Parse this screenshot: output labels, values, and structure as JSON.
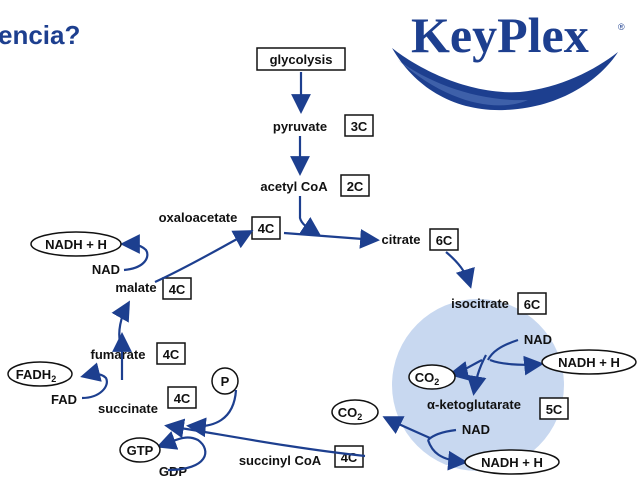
{
  "header": {
    "heading": "encia?"
  },
  "logo": {
    "text": "KeyPlex",
    "mark": "®"
  },
  "colors": {
    "arrow": "#1d3f8f",
    "highlight": "#c8d8f0",
    "brand": "#1d3f8f",
    "text": "#111111"
  },
  "cycle": {
    "glycolysis": "glycolysis",
    "pyruvate": {
      "name": "pyruvate",
      "carbons": "3C"
    },
    "acetyl_coa": {
      "name": "acetyl CoA",
      "carbons": "2C"
    },
    "citrate": {
      "name": "citrate",
      "carbons": "6C"
    },
    "isocitrate": {
      "name": "isocitrate",
      "carbons": "6C"
    },
    "ketoglutarate": {
      "name": "α-ketoglutarate",
      "carbons": "5C"
    },
    "succinyl_coa": {
      "name": "succinyl CoA",
      "carbons": "4C"
    },
    "succinate": {
      "name": "succinate",
      "carbons": "4C"
    },
    "fumarate": {
      "name": "fumarate",
      "carbons": "4C"
    },
    "malate": {
      "name": "malate",
      "carbons": "4C"
    },
    "oxaloacetate": {
      "name": "oxaloacetate",
      "carbons": "4C"
    }
  },
  "cofactors": {
    "nad_1": "NAD",
    "nadh_1": "NADH + H",
    "co2_1": "CO",
    "co2_1_sub": "2",
    "nad_2": "NAD",
    "nadh_2": "NADH + H",
    "co2_2": "CO",
    "co2_2_sub": "2",
    "gdp": "GDP",
    "gtp": "GTP",
    "p": "P",
    "fad": "FAD",
    "fadh2": "FADH",
    "fadh2_sub": "2",
    "nad_3": "NAD",
    "nadh_3": "NADH + H"
  }
}
